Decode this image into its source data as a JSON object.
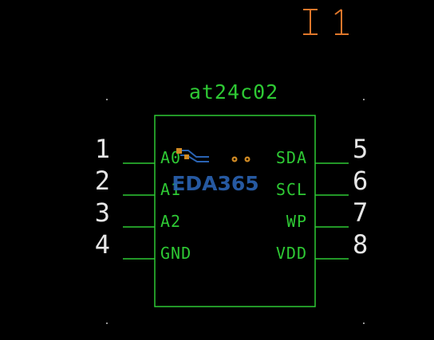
{
  "schematic": {
    "designator": "I1",
    "part_name": "at24c02",
    "left_pins": [
      {
        "number": "1",
        "name": "A0"
      },
      {
        "number": "2",
        "name": "A1"
      },
      {
        "number": "3",
        "name": "A2"
      },
      {
        "number": "4",
        "name": "GND"
      }
    ],
    "right_pins": [
      {
        "number": "5",
        "name": "SDA"
      },
      {
        "number": "6",
        "name": "SCL"
      },
      {
        "number": "7",
        "name": "WP"
      },
      {
        "number": "8",
        "name": "VDD"
      }
    ]
  },
  "watermark": {
    "text": "EDA365"
  },
  "colors": {
    "background": "#000000",
    "body_outline": "#2ec934",
    "pin_line": "#2ec934",
    "pin_name": "#2ec934",
    "part_name": "#2ec934",
    "pin_number": "#e6e6e6",
    "designator": "#e0772b",
    "watermark": "#2a63b3",
    "logo_pad": "#d08a24"
  }
}
